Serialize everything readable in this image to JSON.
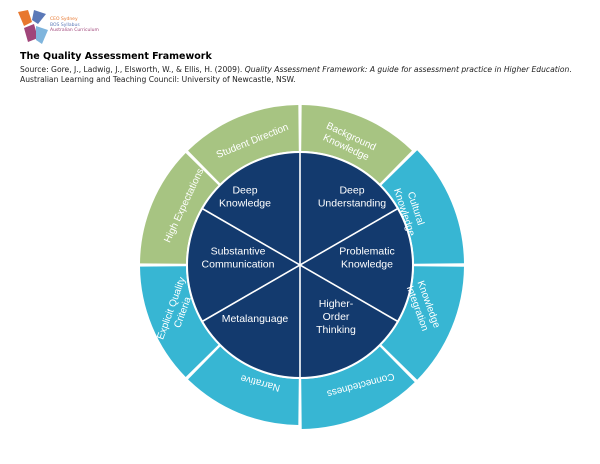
{
  "logo": {
    "lines": [
      "CEO Sydney",
      "BOS Syllabus",
      "Australian Curriculum"
    ],
    "colors": [
      "#e8772e",
      "#5b79b8",
      "#a0457a",
      "#7fb5dd"
    ]
  },
  "header": {
    "title": "The Quality Assessment Framework",
    "source_prefix": "Source: Gore, J., Ladwig, J., Elsworth, W., & Ellis, H. (2009). ",
    "source_title": "Quality Assessment Framework: A guide for assessment practice in Higher Education",
    "source_suffix": ". Australian Learning and Teaching Council: University of Newcastle, NSW."
  },
  "diagram": {
    "colors": {
      "core": "#133a6e",
      "green": "#a7c482",
      "teal": "#37b6d3",
      "line": "#ffffff"
    },
    "inner": [
      {
        "lines": [
          "Deep",
          "Knowledge"
        ]
      },
      {
        "lines": [
          "Deep",
          "Understanding"
        ]
      },
      {
        "lines": [
          "Problematic",
          "Knowledge"
        ]
      },
      {
        "lines": [
          "Higher-",
          "Order",
          "Thinking"
        ]
      },
      {
        "lines": [
          "Metalanguage"
        ]
      },
      {
        "lines": [
          "Substantive",
          "Communication"
        ]
      }
    ],
    "outer": [
      {
        "lines": [
          "Student Direction"
        ]
      },
      {
        "lines": [
          "Background",
          "Knowledge"
        ]
      },
      {
        "lines": [
          "Cultural",
          "Knowledge"
        ]
      },
      {
        "lines": [
          "Knowledge",
          "Integration"
        ]
      },
      {
        "lines": [
          "Connectedness"
        ]
      },
      {
        "lines": [
          "Narrative"
        ]
      },
      {
        "lines": [
          "Explicit Quality",
          "Criteria"
        ]
      },
      {
        "lines": [
          "High Expectations"
        ]
      }
    ]
  }
}
